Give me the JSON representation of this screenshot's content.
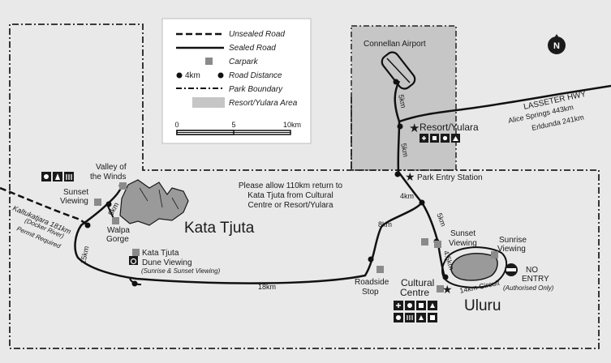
{
  "legend": {
    "unsealed_road": "Unsealed Road",
    "sealed_road": "Sealed Road",
    "carpark": "Carpark",
    "road_distance_km": "4km",
    "road_distance": "Road Distance",
    "park_boundary": "Park Boundary",
    "resort_area": "Resort/Yulara Area",
    "scale": [
      "0",
      "5",
      "10km"
    ]
  },
  "compass": {
    "letter": "N"
  },
  "places": {
    "airport": "Connellan Airport",
    "resort": "Resort/Yulara",
    "park_entry": "Park Entry Station",
    "valley_of_winds_1": "Valley of",
    "valley_of_winds_2": "the Winds",
    "sunset_w_1": "Sunset",
    "sunset_w_2": "Viewing",
    "walpa_1": "Walpa",
    "walpa_2": "Gorge",
    "kata_tjuta_big": "Kata Tjuta",
    "kt_dune_1": "Kata Tjuta",
    "kt_dune_2": "Dune Viewing",
    "kt_dune_3": "(Sunrise & Sunset Viewing)",
    "roadside_1": "Roadside",
    "roadside_2": "Stop",
    "cultural_1": "Cultural",
    "cultural_2": "Centre",
    "uluru_big": "Uluru",
    "sunset_e_1": "Sunset",
    "sunset_e_2": "Viewing",
    "sunrise_1": "Sunrise",
    "sunrise_2": "Viewing",
    "no_entry_1": "NO",
    "no_entry_2": "ENTRY",
    "no_entry_3": "(Authorised Only)",
    "circuit": "14km Circuit"
  },
  "highway": {
    "name": "LASSETER HWY",
    "alice": "Alice Springs 443km",
    "erldunda": "Erldunda 241km"
  },
  "west_road": {
    "line1": "Kaltukatjara 181km",
    "line2": "(Docker River)",
    "line3": "Permit Required"
  },
  "note": {
    "line1": "Please allow 110km return to",
    "line2": "Kata Tjuta from Cultural",
    "line3": "Centre or Resort/Yulara"
  },
  "distances": {
    "d_airport": "5km",
    "d_resort": "5km",
    "d_entry": "4km",
    "d_mid": "8km",
    "d_south": "18km",
    "d_west": "15km",
    "d_walpa": "5km",
    "d_uluru_n": "5km",
    "d_uluru_s": "4.5km"
  },
  "colors": {
    "background": "#e9e9e9",
    "resort_area": "#c6c6c6",
    "road": "#111111",
    "carpark": "#8a8a8a",
    "rock": "#9a9a9a"
  }
}
